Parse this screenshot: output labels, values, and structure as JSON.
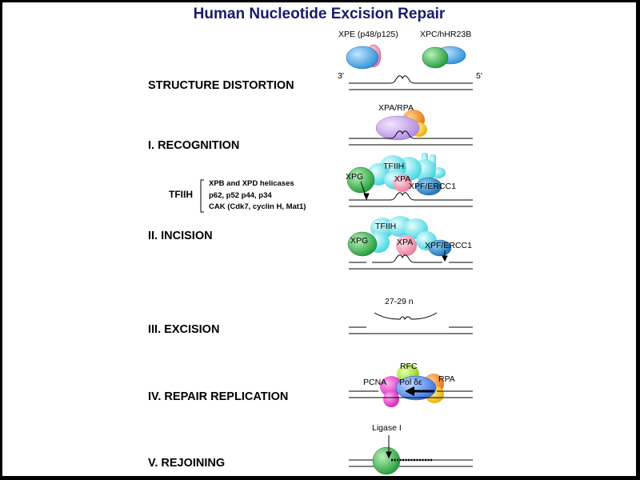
{
  "title": "Human Nucleotide Excision Repair",
  "steps": {
    "distortion": "STRUCTURE DISTORTION",
    "recognition": "I. RECOGNITION",
    "incision": "II. INCISION",
    "excision": "III. EXCISION",
    "replication": "IV. REPAIR REPLICATION",
    "rejoining": "V. REJOINING"
  },
  "tfiih_box": {
    "label": "TFIIH",
    "lines": [
      "XPB and XPD helicases",
      "p62, p52 p44, p34",
      "CAK (Cdk7, cyclin H, Mat1)"
    ]
  },
  "proteins": {
    "xpe": "XPE (p48/p125)",
    "xpc": "XPC/hHR23B",
    "end_3": "3'",
    "end_5": "5'",
    "xpa_rpa": "XPA/RPA",
    "tfiih": "TFIIH",
    "xpg": "XPG",
    "xpa": "XPA",
    "xpf": "XPF/ERCC1",
    "oligo": "27-29 n",
    "rfc": "RFC",
    "pcna": "PCNA",
    "pol": "Pol δε",
    "rpa": "RPA",
    "ligase": "Ligase I"
  },
  "colors": {
    "title": "#1a1a6e",
    "blue": "#3aa0e0",
    "pink": "#f08aa8",
    "green": "#33b64a",
    "cyan": "#6fe8ee",
    "purple": "#c8a0e8",
    "orange": "#f08a1e",
    "yellow": "#f5c518",
    "magenta": "#e040c8",
    "lime": "#a8e030"
  }
}
